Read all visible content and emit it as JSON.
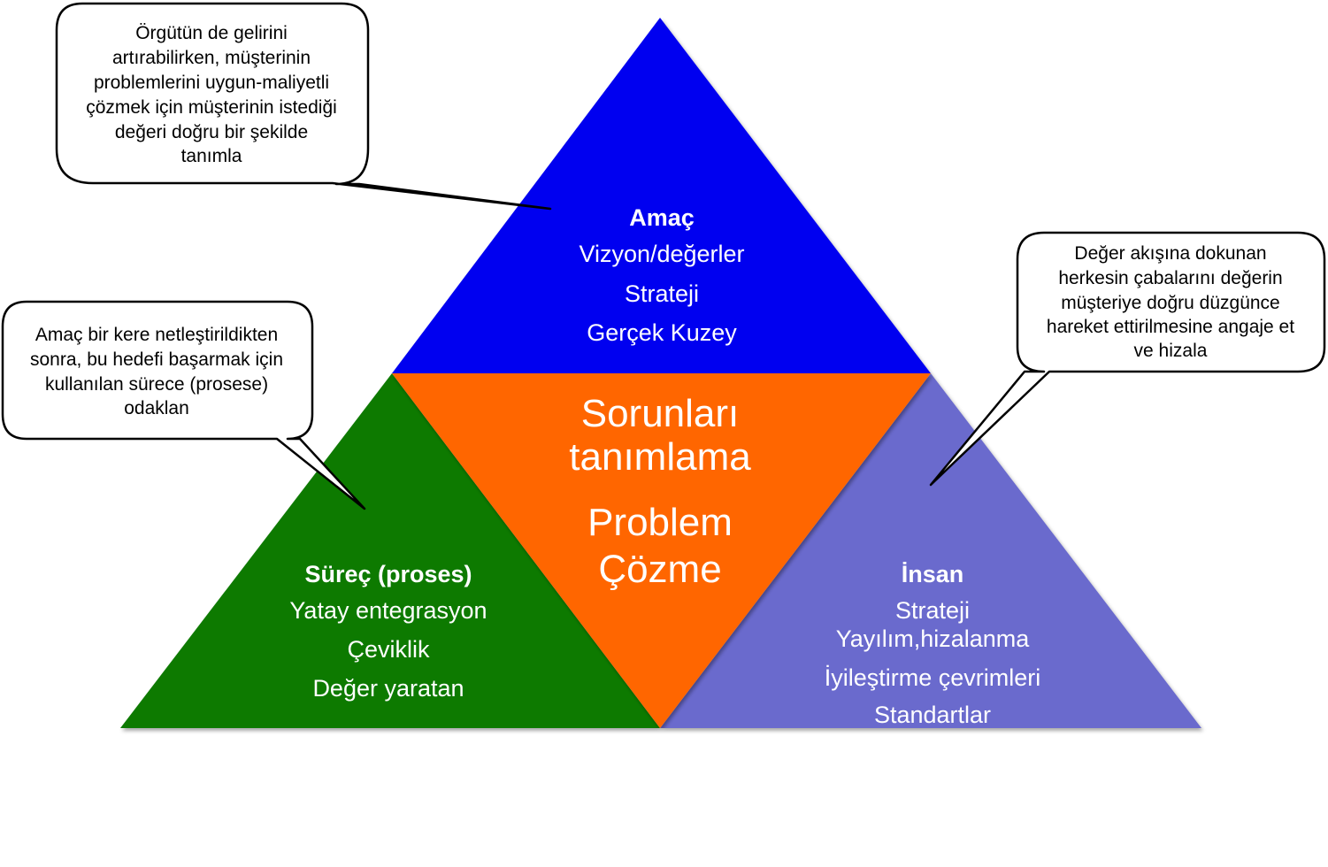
{
  "colors": {
    "top": "#0000f0",
    "center": "#ff6600",
    "left": "#0f7a00",
    "right": "#6b6bcd",
    "callout_border": "#000000",
    "callout_fill": "#ffffff"
  },
  "top": {
    "title": "Amaç",
    "lines": [
      "Vizyon/değerler",
      "Strateji",
      "Gerçek Kuzey"
    ]
  },
  "center": {
    "lines": [
      "Sorunları",
      "tanımlama",
      "Problem",
      "Çözme"
    ]
  },
  "left": {
    "title": "Süreç (proses)",
    "lines": [
      "Yatay entegrasyon",
      "Çeviklik",
      "Değer yaratan"
    ]
  },
  "right": {
    "title": "İnsan",
    "lines": [
      "Strateji",
      "Yayılım,hizalanma",
      "İyileştirme çevrimleri",
      "Standartlar"
    ]
  },
  "callouts": {
    "top": [
      "Örgütün de gelirini",
      "artırabilirken, müşterinin",
      "problemlerini uygun-maliyetli",
      "çözmek için müşterinin istediği",
      "değeri doğru bir şekilde",
      "tanımla"
    ],
    "left": [
      "Amaç bir kere netleştirildikten",
      "sonra, bu hedefi başarmak için",
      "kullanılan sürece (prosese)",
      "odaklan"
    ],
    "right": [
      "Değer akışına dokunan",
      "herkesin çabalarını değerin",
      "müşteriye doğru düzgünce",
      "hareket ettirilmesine angaje et",
      "ve hizala"
    ]
  }
}
